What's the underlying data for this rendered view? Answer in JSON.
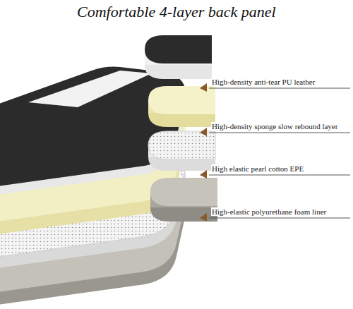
{
  "diagram": {
    "title": "Comfortable 4-layer back panel",
    "labels": [
      "High-density anti-tear PU leather",
      "High-density sponge slow rebound layer",
      "High elastic pearl cotton EPE",
      "High-elastic polyurethane foam liner"
    ]
  }
}
